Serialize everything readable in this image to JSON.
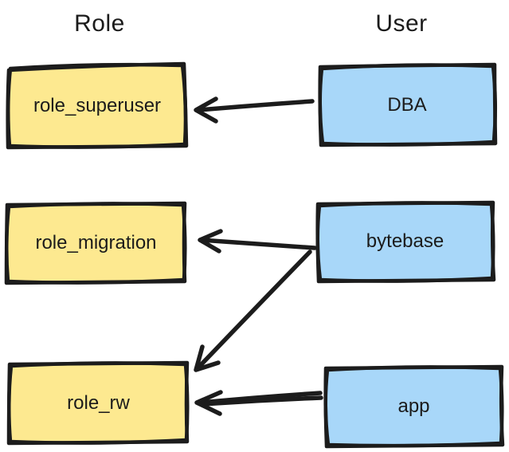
{
  "headers": {
    "role": "Role",
    "user": "User"
  },
  "nodes": [
    {
      "id": "role_superuser",
      "column": "Role",
      "label": "role_superuser"
    },
    {
      "id": "role_migration",
      "column": "Role",
      "label": "role_migration"
    },
    {
      "id": "role_rw",
      "column": "Role",
      "label": "role_rw"
    },
    {
      "id": "dba",
      "column": "User",
      "label": "DBA"
    },
    {
      "id": "bytebase",
      "column": "User",
      "label": "bytebase"
    },
    {
      "id": "app",
      "column": "User",
      "label": "app"
    }
  ],
  "edges": [
    {
      "from": "DBA",
      "to": "role_superuser"
    },
    {
      "from": "bytebase",
      "to": "role_migration"
    },
    {
      "from": "bytebase",
      "to": "role_rw"
    },
    {
      "from": "app",
      "to": "role_rw"
    }
  ],
  "colors": {
    "role_fill": "#fde990",
    "user_fill": "#a8d7f9",
    "stroke": "#1c1c1c",
    "background": "#ffffff"
  }
}
